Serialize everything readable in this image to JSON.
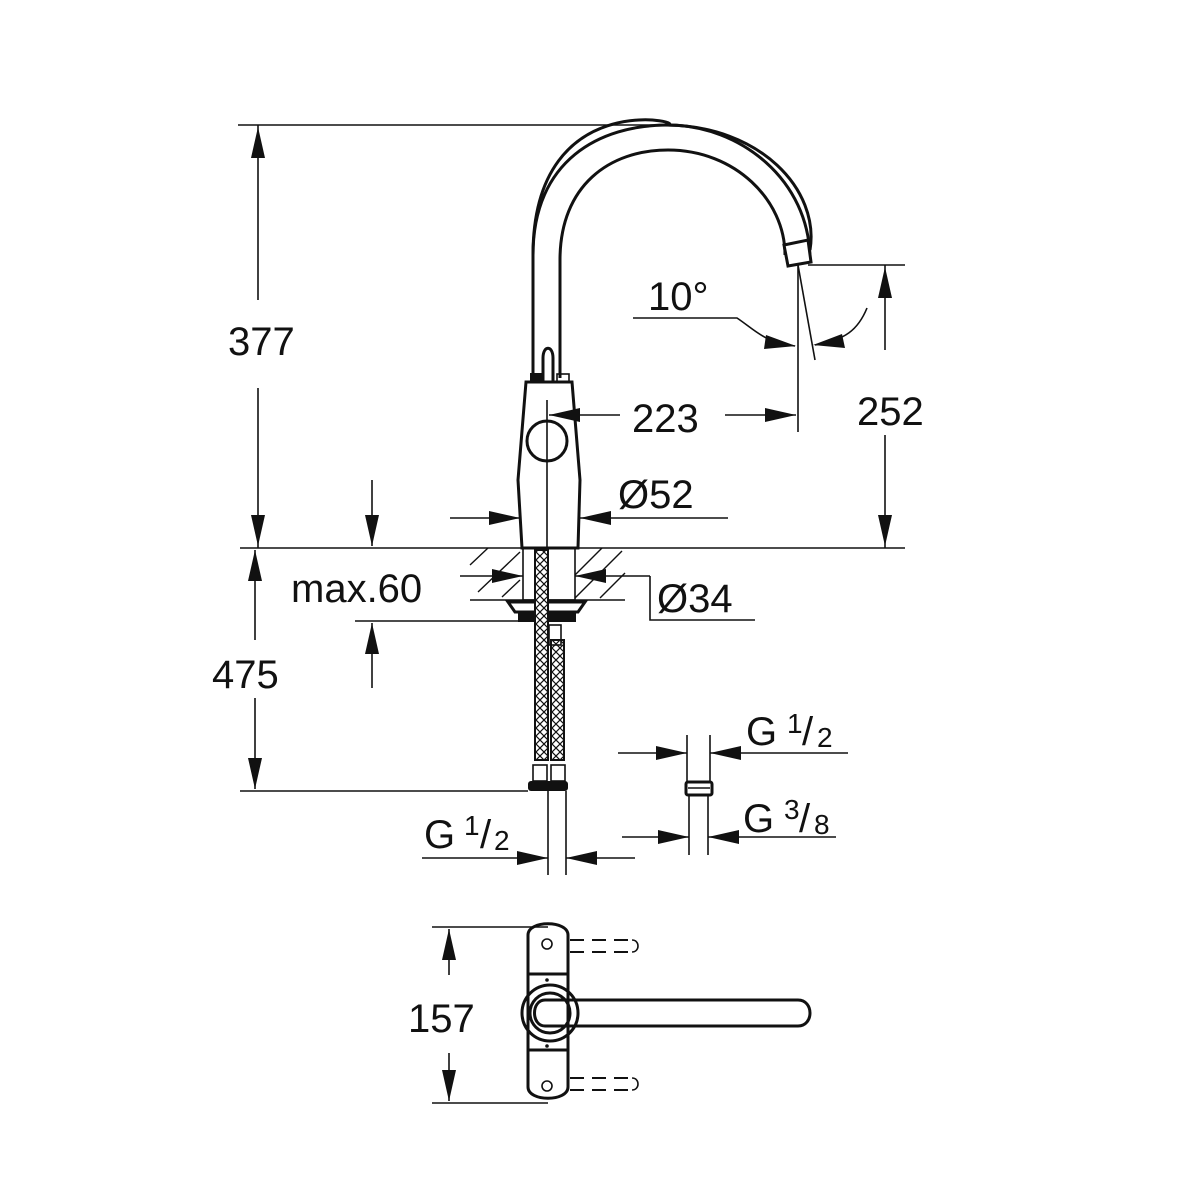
{
  "drawing": {
    "title": "Single-lever kitchen mixer technical drawing",
    "colors": {
      "line": "#111111",
      "background": "#ffffff"
    },
    "dimensions": {
      "total_height": "377",
      "spout_height": "252",
      "spout_reach": "223",
      "spout_angle": "10°",
      "body_diameter": "Ø52",
      "hole_diameter": "Ø34",
      "max_deck_thickness": "max.60",
      "hose_length": "475",
      "hose_connection": {
        "prefix": "G",
        "num": "1",
        "den": "2"
      },
      "adapter_top": {
        "prefix": "G",
        "num": "1",
        "den": "2"
      },
      "adapter_bottom": {
        "prefix": "G",
        "num": "3",
        "den": "8"
      },
      "top_view_length": "157"
    }
  }
}
